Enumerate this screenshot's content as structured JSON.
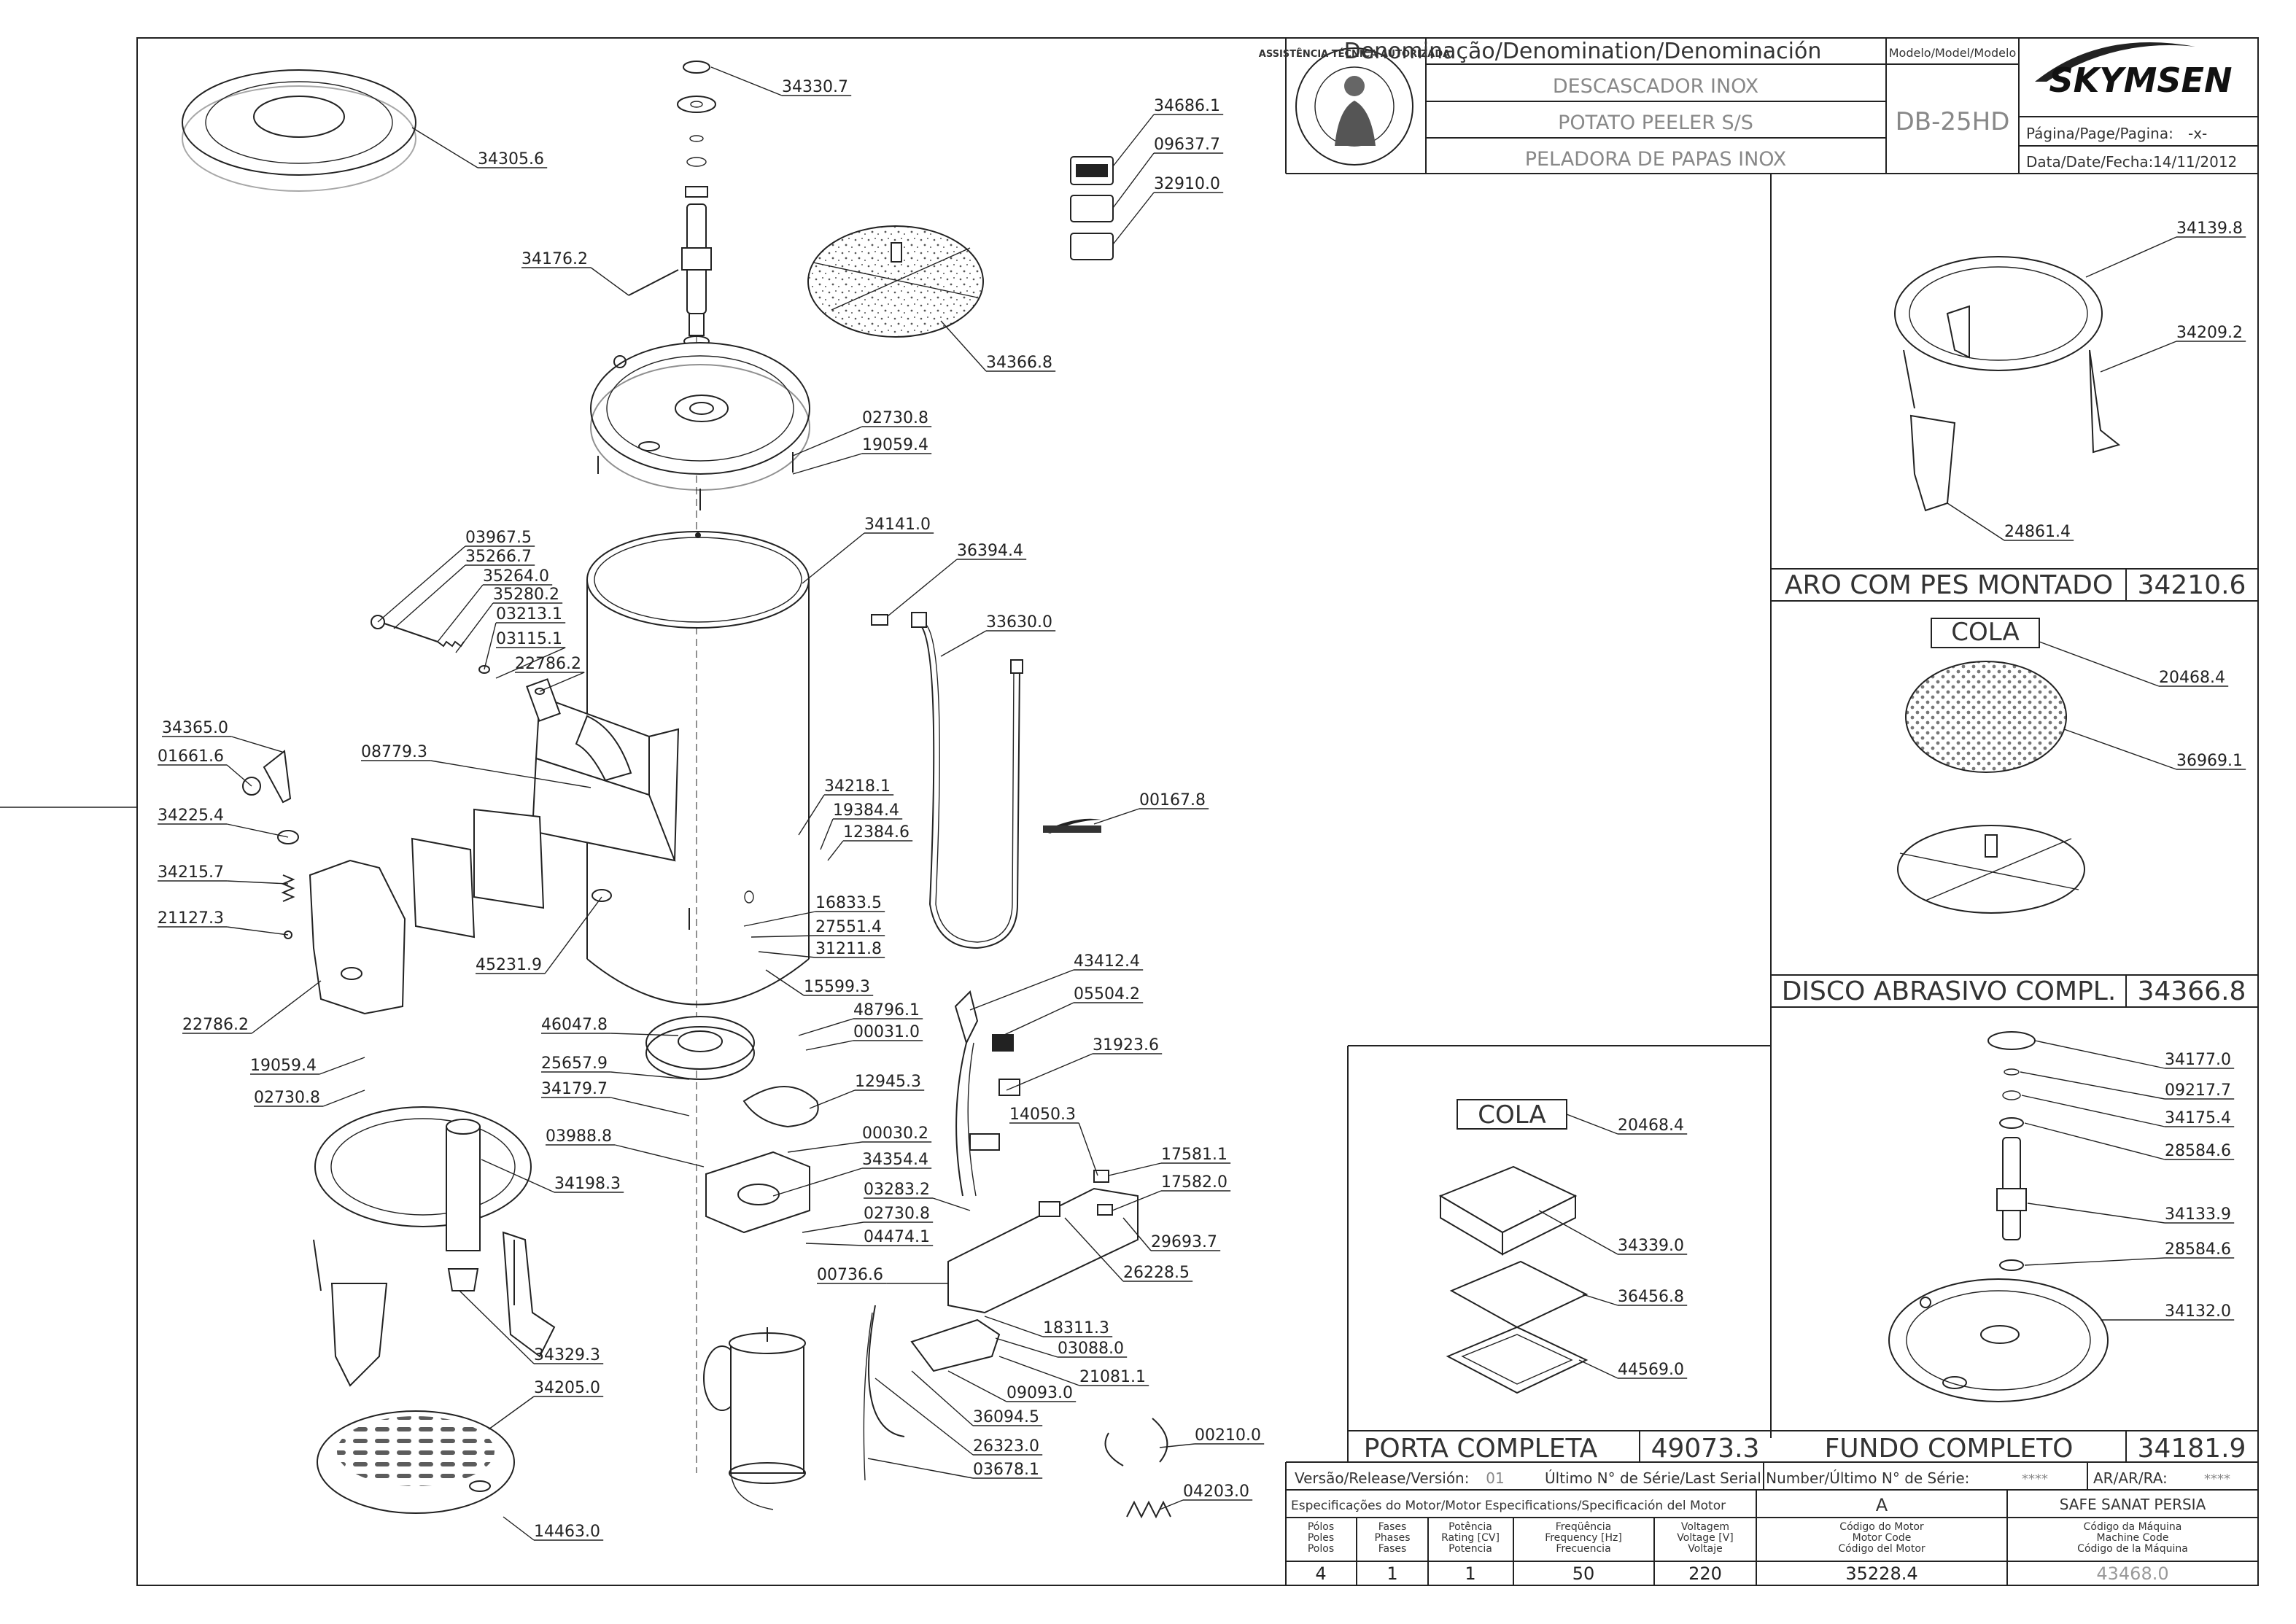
{
  "title_block": {
    "denomination_header": "Denominação/Denomination/Denominación",
    "model_header": "Modelo/Model/Modelo",
    "name_pt": "DESCASCADOR INOX",
    "name_en": "POTATO PEELER S/S",
    "name_es": "PELADORA DE PAPAS INOX",
    "model": "DB-25HD",
    "brand": "SKYMSEN",
    "page_label": "Página/Page/Pagina:",
    "page_value": "-x-",
    "date_label": "Data/Date/Fecha:",
    "date_value": "14/11/2012",
    "seal_text": "ASSISTÊNCIA TÉCNICA AUTORIZADA"
  },
  "assemblies": [
    {
      "name": "ARO COM PES MONTADO",
      "code": "34210.6"
    },
    {
      "name": "DISCO ABRASIVO COMPL.",
      "code": "34366.8"
    },
    {
      "name": "PORTA COMPLETA",
      "code": "49073.3"
    },
    {
      "name": "FUNDO COMPLETO",
      "code": "34181.9"
    }
  ],
  "cola_label": "COLA",
  "parts": {
    "p34330_7": "34330.7",
    "p34305_6": "34305.6",
    "p34176_2": "34176.2",
    "p34686_1": "34686.1",
    "p09637_7": "09637.7",
    "p32910_0": "32910.0",
    "p34366_8": "34366.8",
    "p02730_8a": "02730.8",
    "p19059_4a": "19059.4",
    "p34141_0": "34141.0",
    "p36394_4": "36394.4",
    "p33630_0": "33630.0",
    "p03967_5": "03967.5",
    "p35266_7": "35266.7",
    "p35264_0": "35264.0",
    "p35280_2": "35280.2",
    "p03213_1": "03213.1",
    "p03115_1": "03115.1",
    "p22786_2a": "22786.2",
    "p34365_0": "34365.0",
    "p01661_6": "01661.6",
    "p08779_3": "08779.3",
    "p34218_1": "34218.1",
    "p19384_4": "19384.4",
    "p12384_6": "12384.6",
    "p00167_8": "00167.8",
    "p34225_4": "34225.4",
    "p34215_7": "34215.7",
    "p21127_3": "21127.3",
    "p16833_5": "16833.5",
    "p27551_4": "27551.4",
    "p31211_8": "31211.8",
    "p45231_9": "45231.9",
    "p15599_3": "15599.3",
    "p22786_2b": "22786.2",
    "p43412_4": "43412.4",
    "p05504_2": "05504.2",
    "p46047_8": "46047.8",
    "p48796_1": "48796.1",
    "p00031_0": "00031.0",
    "p31923_6": "31923.6",
    "p19059_4b": "19059.4",
    "p25657_9": "25657.9",
    "p02730_8b": "02730.8",
    "p34179_7": "34179.7",
    "p12945_3": "12945.3",
    "p14050_3": "14050.3",
    "p03988_8": "03988.8",
    "p00030_2": "00030.2",
    "p34354_4": "34354.4",
    "p17581_1": "17581.1",
    "p17582_0": "17582.0",
    "p34198_3": "34198.3",
    "p03283_2": "03283.2",
    "p02730_8c": "02730.8",
    "p04474_1": "04474.1",
    "p29693_7": "29693.7",
    "p00736_6": "00736.6",
    "p26228_5": "26228.5",
    "p18311_3": "18311.3",
    "p03088_0": "03088.0",
    "p34329_3": "34329.3",
    "p21081_1": "21081.1",
    "p09093_0": "09093.0",
    "p34205_0": "34205.0",
    "p36094_5": "36094.5",
    "p00210_0": "00210.0",
    "p26323_0": "26323.0",
    "p03678_1": "03678.1",
    "p04203_0": "04203.0",
    "p14463_0": "14463.0",
    "p34139_8": "34139.8",
    "p34209_2": "34209.2",
    "p24861_4": "24861.4",
    "p20468_4a": "20468.4",
    "p36969_1": "36969.1",
    "p20468_4b": "20468.4",
    "p34339_0": "34339.0",
    "p36456_8": "36456.8",
    "p44569_0": "44569.0",
    "p34177_0": "34177.0",
    "p09217_7": "09217.7",
    "p34175_4": "34175.4",
    "p28584_6a": "28584.6",
    "p34133_9": "34133.9",
    "p28584_6b": "28584.6",
    "p34132_0": "34132.0"
  },
  "bottom_block": {
    "version_label": "Versão/Release/Versión:",
    "version_value": "01",
    "serial_label": "Último N° de Série/Last Serial Number/Último N° de Série:",
    "serial_value": "****",
    "ar_label": "AR/AR/RA:",
    "ar_value": "****",
    "motor_spec_label": "Especificações do Motor/Motor Especifications/Specificación del Motor",
    "motor_code_revision": "A",
    "customer": "SAFE SANAT PERSIA",
    "columns": [
      {
        "h1": "Pólos",
        "h2": "Poles",
        "h3": "Polos",
        "value": "4"
      },
      {
        "h1": "Fases",
        "h2": "Phases",
        "h3": "Fases",
        "value": "1"
      },
      {
        "h1": "Potência",
        "h2": "Rating [CV]",
        "h3": "Potencia",
        "value": "1"
      },
      {
        "h1": "Freqüência",
        "h2": "Frequency [Hz]",
        "h3": "Frecuencia",
        "value": "50"
      },
      {
        "h1": "Voltagem",
        "h2": "Voltage [V]",
        "h3": "Voltaje",
        "value": "220"
      },
      {
        "h1": "Código do Motor",
        "h2": "Motor Code",
        "h3": "Código del Motor",
        "value": "35228.4"
      },
      {
        "h1": "Código da Máquina",
        "h2": "Machine Code",
        "h3": "Código de la Máquina",
        "value": "43468.0"
      }
    ]
  },
  "colors": {
    "ink": "#222222",
    "muted": "#888888",
    "abrasive": "#9a9a9a"
  }
}
